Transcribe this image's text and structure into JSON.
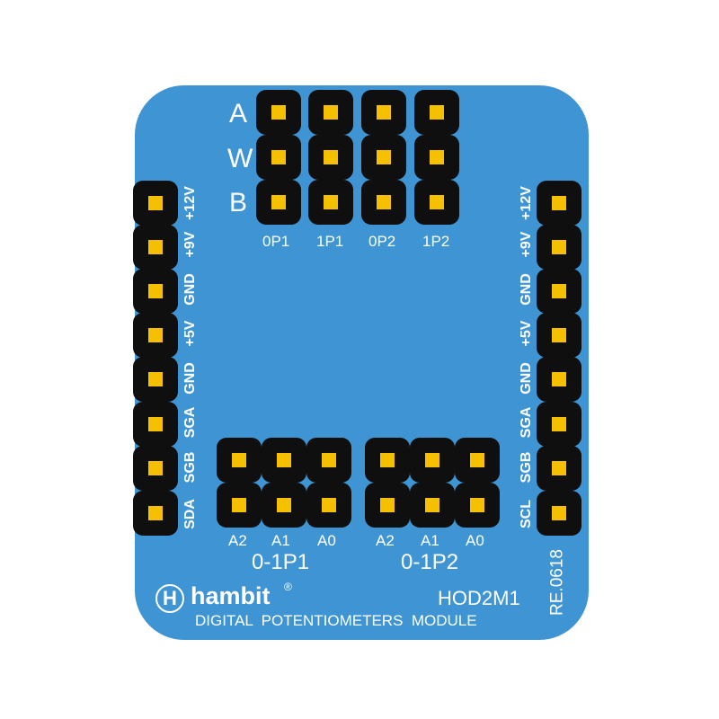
{
  "board": {
    "row_labels": [
      "A",
      "W",
      "B"
    ],
    "top_columns": [
      "0P1",
      "1P1",
      "0P2",
      "1P2"
    ],
    "left_pins": [
      "+12V",
      "+9V",
      "GND",
      "+5V",
      "GND",
      "SGA",
      "SGB",
      "SDA"
    ],
    "right_pins": [
      "+12V",
      "+9V",
      "GND",
      "+5V",
      "GND",
      "SGA",
      "SGB",
      "SCL"
    ],
    "header1_cols": [
      "A2",
      "A1",
      "A0"
    ],
    "header1_name": "0-1P1",
    "header2_cols": [
      "A2",
      "A1",
      "A0"
    ],
    "header2_name": "0-1P2",
    "model": "HOD2M1",
    "revision": "RE.0618",
    "brand": "hambit",
    "registered": "®",
    "logo_letter": "H",
    "module_title": "DIGITAL  POTENTIOMETERS  MODULE"
  },
  "colors": {
    "board": "#3f95d4",
    "pin_body": "#0f0f0f",
    "pin_contact": "#f5c000",
    "text": "#ffffff"
  }
}
